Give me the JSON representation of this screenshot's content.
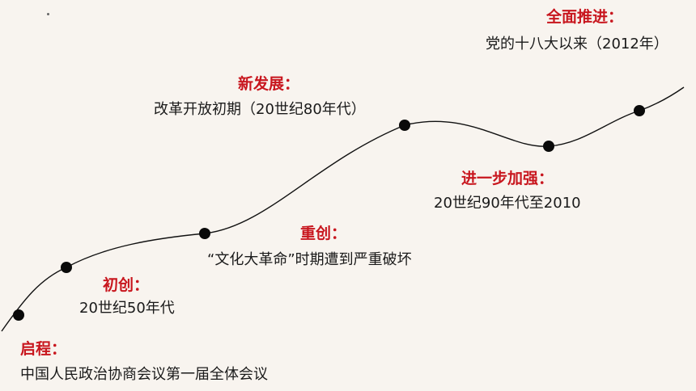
{
  "stages": [
    {
      "id": "qicheng",
      "title": "启程：",
      "desc": "中国人民政治协商会议第一届全体会议"
    },
    {
      "id": "chuchuang",
      "title": "初创：",
      "desc": "20世纪50年代"
    },
    {
      "id": "chongchuang",
      "title": "重创：",
      "desc": "“文化大革命”时期遭到严重破坏"
    },
    {
      "id": "xinfazhan",
      "title": "新发展：",
      "desc": "改革开放初期（20世纪80年代）"
    },
    {
      "id": "jinyibu",
      "title": "进一步加强：",
      "desc": "20世纪90年代至2010"
    },
    {
      "id": "quanmian",
      "title": "全面推进：",
      "desc": "党的十八大以来（2012年）"
    }
  ],
  "colors": {
    "title": "#c8161e",
    "text": "#1a1a1a",
    "curve": "#111111",
    "background": "#f8f4ef"
  }
}
